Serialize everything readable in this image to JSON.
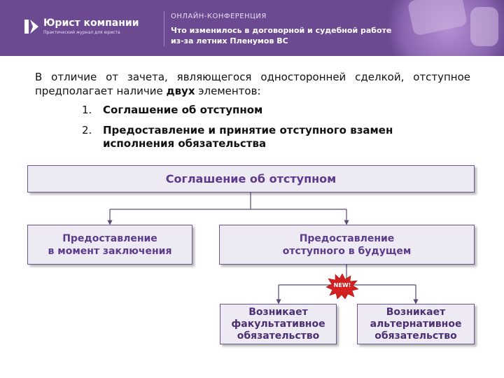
{
  "header": {
    "brand_name": "Юрист компании",
    "brand_subtitle": "Практический журнал для юриста",
    "conference_label": "ОНЛАЙН-КОНФЕРЕНЦИЯ",
    "conference_title_line1": "Что изменилось в договорной и судебной работе",
    "conference_title_line2": "из-за летних Пленумов ВС",
    "colors": {
      "banner": "#6b4a91",
      "accent_text": "#5b3b8c"
    }
  },
  "intro": {
    "text_before": "В отличие от зачета, являющегося односторонней сделкой, отступное предполагает наличие ",
    "bold_word": "двух",
    "text_after": " элементов:"
  },
  "list": [
    {
      "num": "1.",
      "text": "Соглашение об отступном"
    },
    {
      "num": "2.",
      "text": "Предоставление и принятие отступного взамен исполнения обязательства"
    }
  ],
  "diagram": {
    "root": "Соглашение об отступном",
    "left_line1": "Предоставление",
    "left_line2": "в момент заключения",
    "right_line1": "Предоставление",
    "right_line2": "отступного в будущем",
    "badge": "NEW!",
    "bottom_left_line1": "Возникает",
    "bottom_left_line2": "факультативное",
    "bottom_left_line3": "обязательство",
    "bottom_right_line1": "Возникает",
    "bottom_right_line2": "альтернативное",
    "bottom_right_line3": "обязательство",
    "badge_color": "#d42020"
  }
}
